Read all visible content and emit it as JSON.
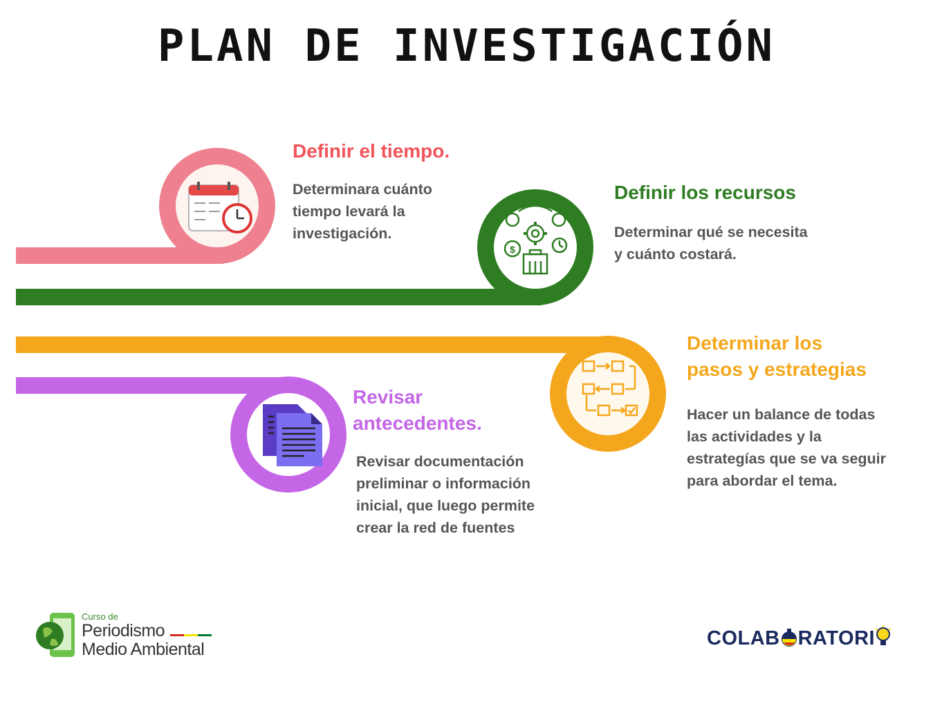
{
  "title": "PLAN DE INVESTIGACIÓN",
  "colors": {
    "pink": "#ee8090",
    "green": "#2e7d22",
    "orange": "#f4a71c",
    "purple": "#c466e6",
    "heading_pink": "#f2545b",
    "heading_green": "#2e7d22",
    "heading_orange": "#f4a71c",
    "heading_purple": "#c466e6"
  },
  "steps": [
    {
      "heading": "Definir el tiempo.",
      "body": [
        "Determinara cuánto",
        "tiempo levará la",
        "investigación."
      ],
      "icon": "calendar-clock-icon"
    },
    {
      "heading": "Definir los recursos",
      "body": [
        "Determinar qué se necesita",
        "y cuánto costará."
      ],
      "icon": "resources-gear-icon"
    },
    {
      "heading": [
        "Determinar los",
        "pasos y estrategias"
      ],
      "body": [
        "Hacer un balance de todas",
        "las actividades y la",
        "estrategías que se va seguir",
        "para abordar el tema."
      ],
      "icon": "workflow-steps-icon"
    },
    {
      "heading": [
        "Revisar",
        "antecedentes."
      ],
      "body": [
        "Revisar documentación",
        "preliminar o información",
        "inicial, que luego permite",
        "crear la red de fuentes"
      ],
      "icon": "documents-icon"
    }
  ],
  "logos": {
    "left": {
      "small": "Curso de",
      "line1": "Periodismo",
      "line2": "Medio Ambiental"
    },
    "right": {
      "pre": "COLAB",
      "post": "RATORI"
    }
  }
}
